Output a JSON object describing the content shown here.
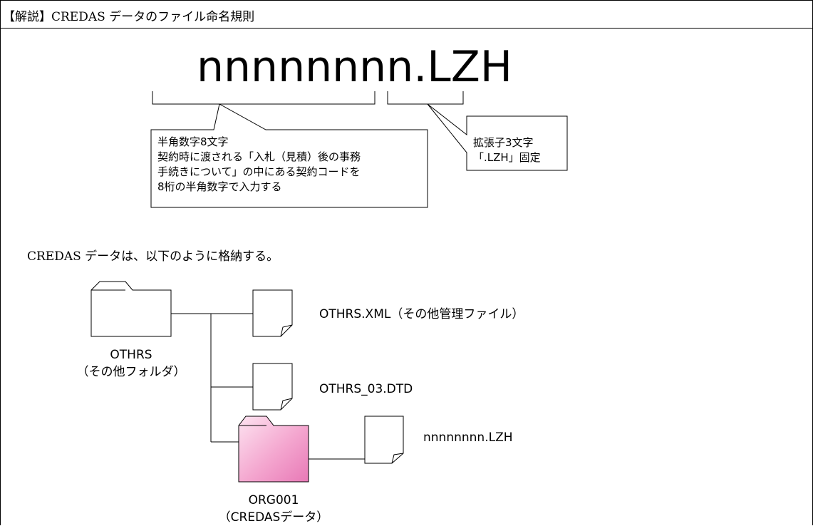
{
  "title": "【解説】CREDAS データのファイル命名規則",
  "filename_pattern": "nnnnnnnn.LZH",
  "callouts": {
    "name_part": {
      "lines": [
        "半角数字8文字",
        "契約時に渡される「入札（見積）後の事務",
        "手続きについて」の中にある契約コードを",
        "8桁の半角数字で入力する"
      ]
    },
    "extension_part": {
      "lines": [
        "拡張子3文字",
        "「.LZH」固定"
      ]
    }
  },
  "storage_description": "CREDAS データは、以下のように格納する。",
  "tree": {
    "root_folder": {
      "name": "OTHRS",
      "caption": "（その他フォルダ）",
      "icon": "folder-icon"
    },
    "files": [
      {
        "label": "OTHRS.XML（その他管理ファイル）",
        "icon": "document-icon"
      },
      {
        "label": "OTHRS_03.DTD",
        "icon": "document-icon"
      }
    ],
    "sub_folder": {
      "name": "ORG001",
      "caption": "（CREDASデータ）",
      "icon": "folder-icon",
      "color": "#f4a6cf"
    },
    "sub_file": {
      "label": "nnnnnnnn.LZH",
      "icon": "document-icon"
    }
  }
}
